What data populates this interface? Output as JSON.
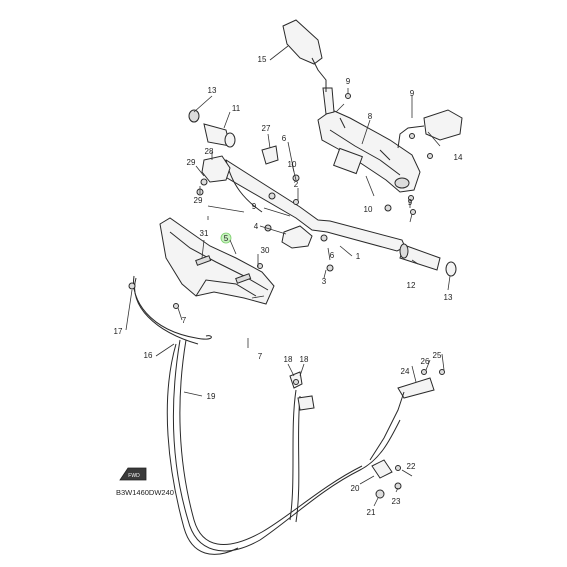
{
  "diagram": {
    "code": "B3W1460DW240",
    "badge_text": "FWD",
    "highlight_color": "#c8f2c0",
    "callouts": [
      "1",
      "2",
      "3",
      "4",
      "5",
      "6",
      "6",
      "7",
      "7",
      "8",
      "9",
      "9",
      "9",
      "9",
      "10",
      "10",
      "11",
      "12",
      "13",
      "13",
      "14",
      "15",
      "16",
      "17",
      "18",
      "18",
      "19",
      "20",
      "21",
      "22",
      "23",
      "24",
      "25",
      "26",
      "27",
      "28",
      "29",
      "29",
      "30",
      "31"
    ]
  }
}
